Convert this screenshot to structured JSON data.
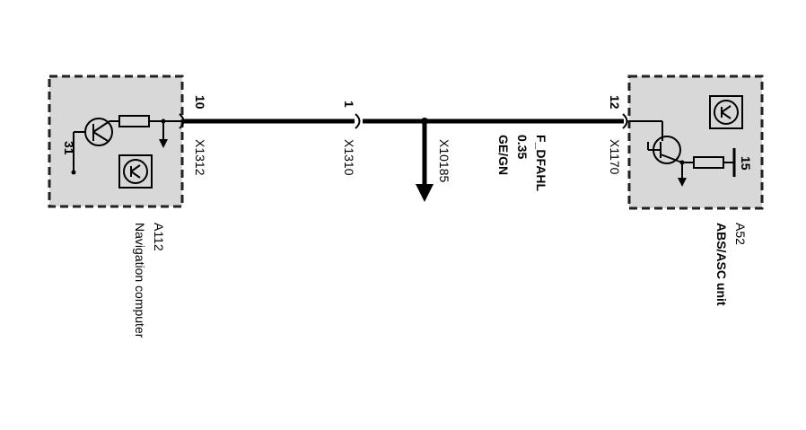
{
  "left_module": {
    "id": "A112",
    "name": "Navigation computer",
    "ground_pin": "31"
  },
  "right_module": {
    "id": "A52",
    "name": "ABS/ASC unit",
    "pin": "15"
  },
  "connectors": {
    "c1": {
      "pin": "10",
      "name": "X1312"
    },
    "c2": {
      "pin": "1",
      "name": "X1310"
    },
    "c3": {
      "name": "X10185"
    },
    "c4": {
      "pin": "12",
      "name": "X1170"
    }
  },
  "wire": {
    "signal": "F_DFAHL",
    "gauge": "0.35",
    "color": "GE/GN"
  }
}
